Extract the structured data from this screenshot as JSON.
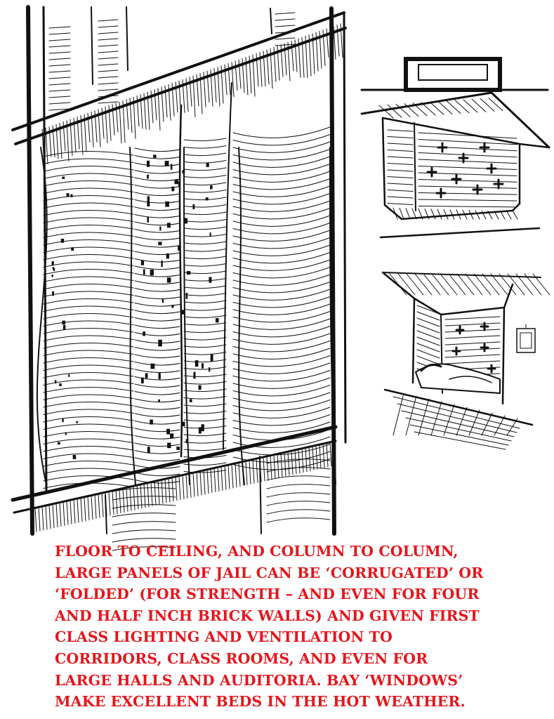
{
  "colors": {
    "ink": "#111111",
    "caption": "#e3171d",
    "paper": "#ffffff"
  },
  "caption": {
    "lines": [
      "FLOOR TO CEILING, AND COLUMN TO COLUMN,",
      "LARGE PANELS OF JAIL CAN BE ‘CORRUGATED’ OR",
      "‘FOLDED’ (FOR STRENGTH – AND EVEN FOR FOUR",
      "AND HALF INCH BRICK WALLS) AND GIVEN FIRST",
      "CLASS LIGHTING AND VENTILATION TO",
      "CORRIDORS, CLASS ROOMS, AND EVEN FOR",
      "LARGE HALLS AND AUDITORIA. BAY ‘WINDOWS’",
      "MAKE EXCELLENT BEDS IN THE HOT WEATHER."
    ]
  }
}
